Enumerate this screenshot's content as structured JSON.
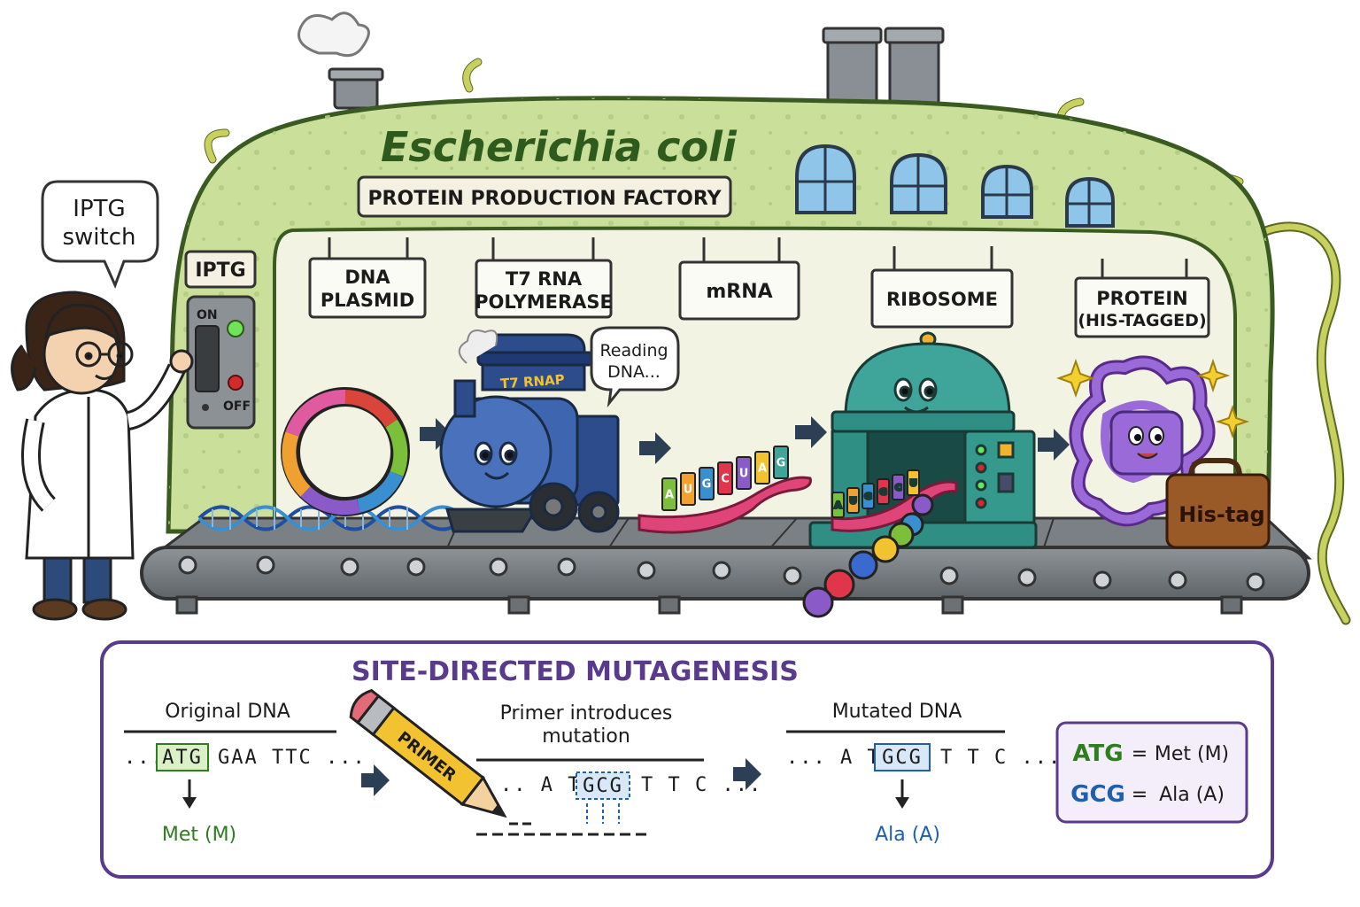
{
  "factory": {
    "title": "Escherichia coli",
    "subtitle": "PROTEIN PRODUCTION FACTORY"
  },
  "scientist": {
    "speech_line1": "IPTG",
    "speech_line2": "switch"
  },
  "switch_panel": {
    "label": "IPTG",
    "on": "ON",
    "off": "OFF"
  },
  "stations": [
    {
      "line1": "DNA",
      "line2": "PLASMID"
    },
    {
      "line1": "T7 RNA",
      "line2": "POLYMERASE"
    },
    {
      "line1": "mRNA",
      "line2": ""
    },
    {
      "line1": "RIBOSOME",
      "line2": ""
    },
    {
      "line1": "PROTEIN",
      "line2": "(HIS-TAGGED)"
    }
  ],
  "train": {
    "cap_label": "T7 RNAP",
    "speech_line1": "Reading",
    "speech_line2": "DNA..."
  },
  "mrna_letters": [
    "A",
    "U",
    "G",
    "C",
    "U",
    "A",
    "G"
  ],
  "ribosome_letters": [
    "A",
    "U",
    "G",
    "G",
    "C",
    "U"
  ],
  "suitcase_label": "His-tag",
  "mutagenesis": {
    "title": "SITE-DIRECTED MUTAGENESIS",
    "original": {
      "heading": "Original DNA",
      "prefix": "...",
      "codon": "ATG",
      "rest": "GAA TTC ...",
      "aa": "Met (M)"
    },
    "primer": {
      "heading_line1": "Primer introduces",
      "heading_line2": "mutation",
      "pencil_label": "PRIMER",
      "prefix": "..  A T G",
      "codon": "GCG",
      "rest": "T T C  ..."
    },
    "mutated": {
      "heading": "Mutated DNA",
      "prefix": "...  A T G",
      "codon": "GCG",
      "rest": "T T C  ...",
      "aa": "Ala (A)"
    },
    "legend": [
      {
        "codon": "ATG",
        "eq": "=",
        "aa": "Met (M)",
        "color": "#2e7d1f"
      },
      {
        "codon": "GCG",
        "eq": "=",
        "aa": "Ala (A)",
        "color": "#1f5fb0"
      }
    ]
  },
  "colors": {
    "cell": "#c9df9a",
    "cell_border": "#3a5a22",
    "purple": "#5a3a8c",
    "green_text": "#2e7d1f",
    "blue_text": "#1f5fb0"
  }
}
